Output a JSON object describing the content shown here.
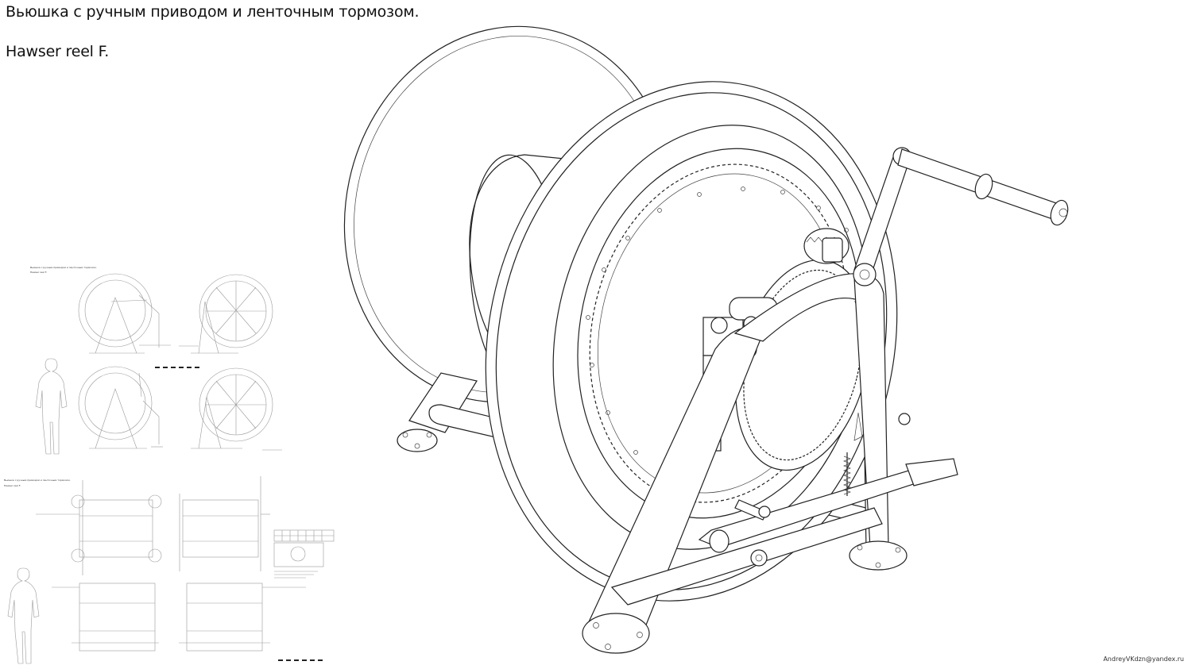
{
  "header": {
    "title_ru": "Вьюшка с ручным приводом и ленточным тормозом.",
    "title_en": "Hawser reel F."
  },
  "thumbnails": {
    "sheet1_title_ru": "Вьюшка с ручным приводом и ленточным тормозом.",
    "sheet1_title_en": "Hawser reel F.",
    "sheet2_title_ru": "Вьюшка с ручным приводом и ленточным тормозом.",
    "sheet2_title_en": "Hawser reel F."
  },
  "footer": {
    "author_email": "AndreyVKdzn@yandex.ru"
  }
}
